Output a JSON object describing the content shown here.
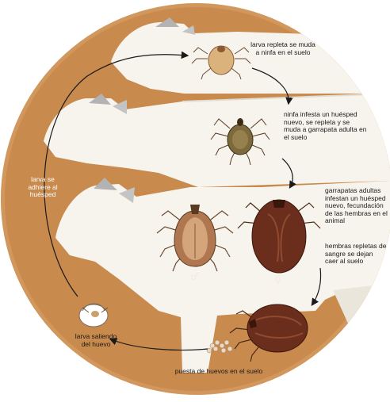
{
  "labels": {
    "larva_engorged": "larva repleta se muda a ninfa en el suelo",
    "nymph_infests": "ninfa infesta un huésped nuevo, se repleta y se muda a garrapata adulta en el suelo",
    "adults_infest": "garrapatas adultas infestan un huésped nuevo, fecundación de las hembras en el animal",
    "females_drop": "hembras repletas de sangre se dejan caer al suelo",
    "egg_laying": "puesta de huevos en el suelo",
    "larva_hatching": "larva saliendo del huevo",
    "larva_attaches": "larva se adhiere al huésped"
  },
  "symbols": {
    "male": "♂",
    "female": "♀"
  },
  "colors": {
    "background": "#c98a4e",
    "cow": "#f7f4ee",
    "cow_shadow": "#b3b3b3",
    "tick_female": "#6b2d1c",
    "tick_male": "#a46a45",
    "arrow": "#1a1a1a"
  }
}
